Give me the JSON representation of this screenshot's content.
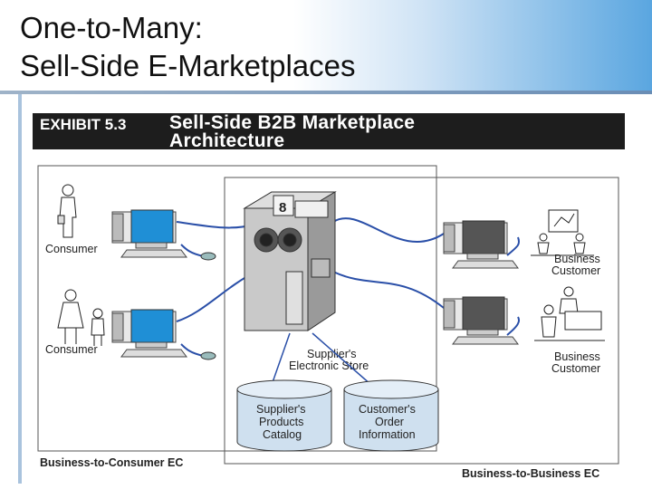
{
  "slide": {
    "title_line1": "One-to-Many:",
    "title_line2": "Sell-Side E-Marketplaces"
  },
  "exhibit": {
    "label": "EXHIBIT 5.3",
    "title_line1": "Sell-Side B2B Marketplace",
    "title_line2": "Architecture"
  },
  "diagram": {
    "consumer_1": "Consumer",
    "consumer_2": "Consumer",
    "business_1_line1": "Business",
    "business_1_line2": "Customer",
    "business_2_line1": "Business",
    "business_2_line2": "Customer",
    "store_line1": "Supplier's",
    "store_line2": "Electronic Store",
    "catalog_line1": "Supplier's",
    "catalog_line2": "Products",
    "catalog_line3": "Catalog",
    "order_line1": "Customer's",
    "order_line2": "Order",
    "order_line3": "Information",
    "b2c_label": "Business-to-Consumer EC",
    "b2b_label": "Business-to-Business EC"
  },
  "colors": {
    "accent_blue": "#5aa6e0",
    "exhibit_bar": "#1d1d1d",
    "db_blue": "#cfe0ef",
    "cable_blue": "#2a4fa8"
  }
}
